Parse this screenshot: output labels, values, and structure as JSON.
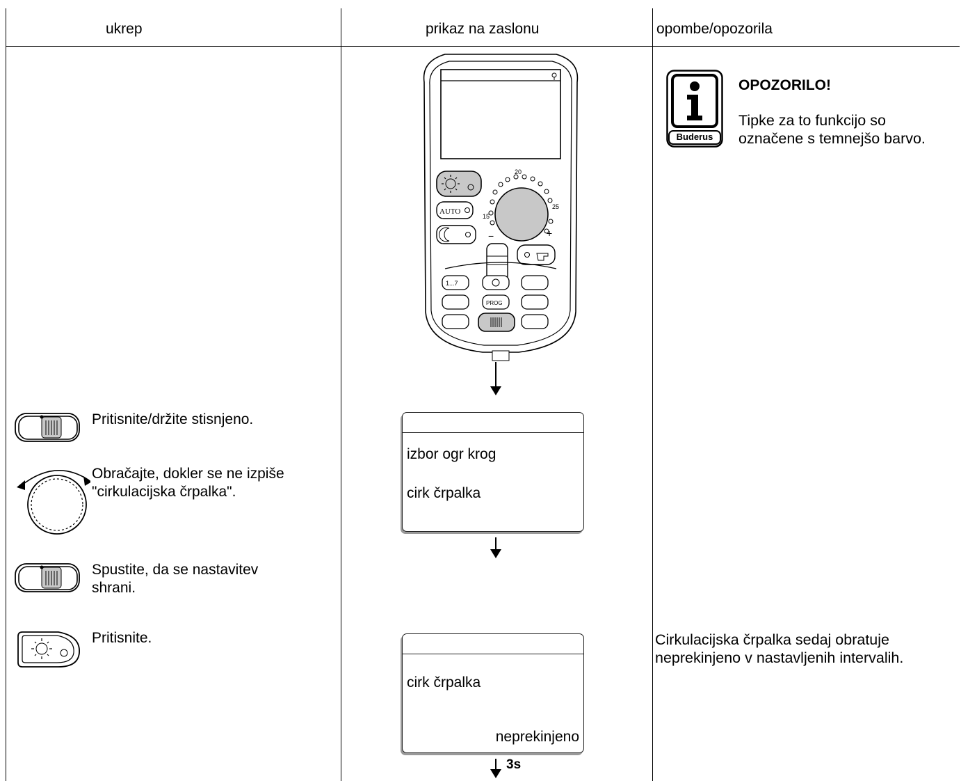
{
  "header": {
    "col_action": "ukrep",
    "col_display": "prikaz na zaslonu",
    "col_notes": "opombe/opozorila"
  },
  "steps": [
    {
      "icon": "dark-slider-key-icon",
      "text": "Pritisnite/držite stisnjeno."
    },
    {
      "icon": "rotary-knob-icon",
      "text": "Obračajte, dokler se ne izpiše \"cirkulacijska črpalka\"."
    },
    {
      "icon": "dark-slider-key-icon",
      "text": "Spustite, da se nastavitev shrani."
    },
    {
      "icon": "sun-key-icon",
      "text": "Pritisnite."
    }
  ],
  "notice": {
    "logo_text": "Buderus",
    "title": "OPOZORILO!",
    "body": "Tipke za to funkcijo so označene s temnejšo barvo."
  },
  "device": {
    "dial_labels": [
      "20",
      "15",
      "25",
      "−",
      "+"
    ],
    "key_auto": "AUTO",
    "key_prog": "PROG",
    "key_days": "1...7"
  },
  "display1": {
    "line1": "izbor ogr krog",
    "line2": "cirk črpalka"
  },
  "display2": {
    "line1": "cirk črpalka",
    "line2": "neprekinjeno"
  },
  "delay_label": "3s",
  "result_note": "Cirkulacijska črpalka sedaj obratuje neprekinjeno v nastavljenih intervalih."
}
